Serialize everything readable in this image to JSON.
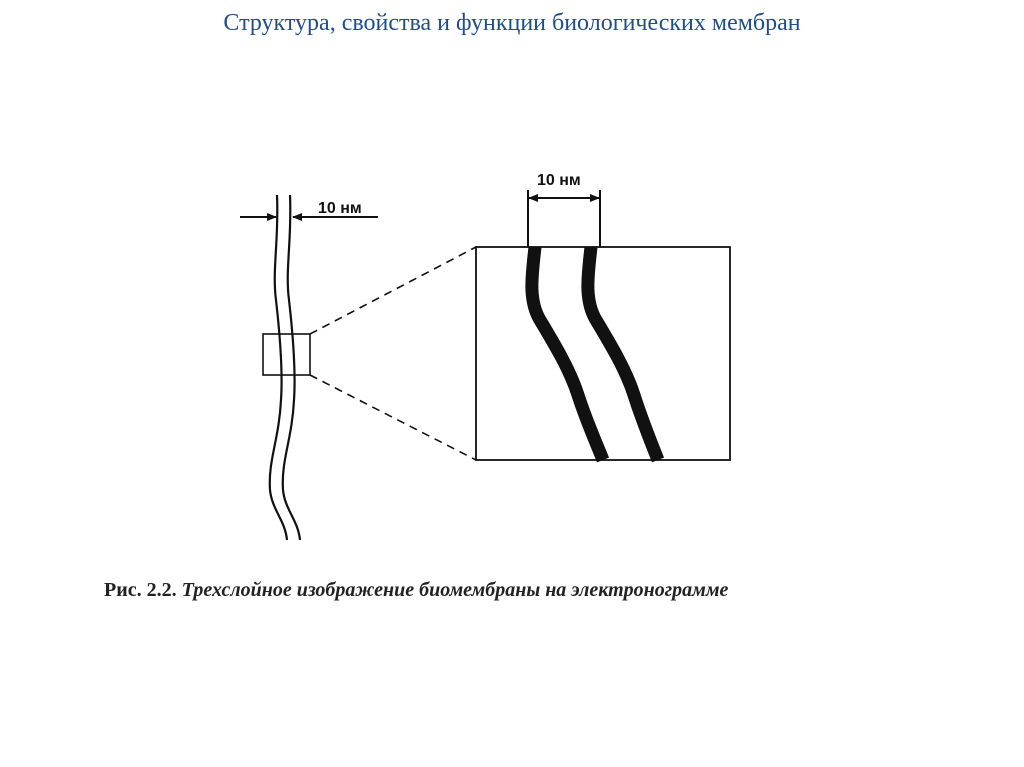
{
  "slide": {
    "title": "Структура, свойства и функции биологических мембран"
  },
  "figure": {
    "dimension_label_small": "10 нм",
    "dimension_label_large": "10 нм",
    "caption_label": "Рис. 2.2.",
    "caption_text": "Трехслойное изображение биомембраны на электронограмме"
  },
  "colors": {
    "title": "#1f4e8c",
    "ink": "#111111"
  }
}
